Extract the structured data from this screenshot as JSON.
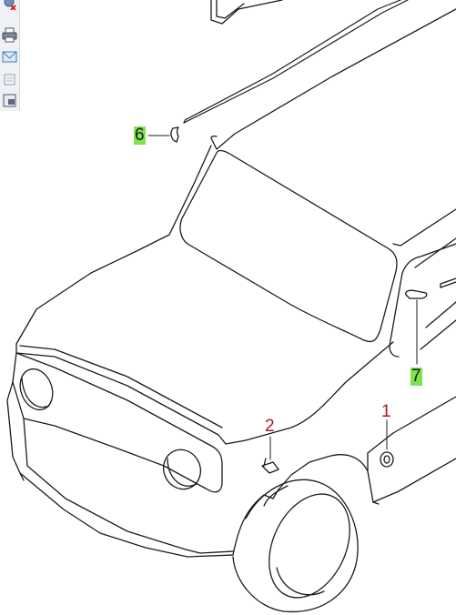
{
  "toolbar": {
    "items": [
      {
        "icon": "zoom-reset-icon"
      },
      {
        "icon": "print-icon"
      },
      {
        "icon": "email-icon"
      },
      {
        "icon": "page-icon"
      },
      {
        "icon": "picture-in-picture-icon"
      }
    ]
  },
  "callouts": [
    {
      "label": "1",
      "color": "#b01515",
      "highlight": false
    },
    {
      "label": "2",
      "color": "#b01515",
      "highlight": false
    },
    {
      "label": "6",
      "color": "#1a1a1a",
      "highlight": true,
      "highlight_color": "#7fe34d"
    },
    {
      "label": "7",
      "color": "#1a1a1a",
      "highlight": true,
      "highlight_color": "#7fe34d"
    }
  ]
}
